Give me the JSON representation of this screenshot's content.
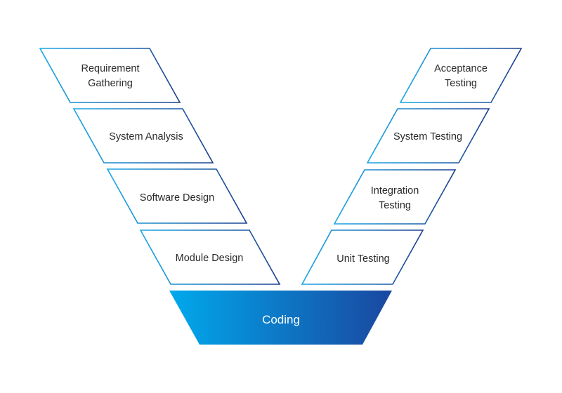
{
  "colors": {
    "light_blue": "#1aa8e6",
    "dark_blue": "#1c3f8f",
    "coding_start": "#00a9ec",
    "coding_end": "#1a47a0"
  },
  "left_phases": [
    {
      "lines": [
        "Requirement",
        "Gathering"
      ]
    },
    {
      "lines": [
        "System Analysis"
      ]
    },
    {
      "lines": [
        "Software Design"
      ]
    },
    {
      "lines": [
        "Module Design"
      ]
    }
  ],
  "right_phases": [
    {
      "lines": [
        "Acceptance",
        "Testing"
      ]
    },
    {
      "lines": [
        "System Testing"
      ]
    },
    {
      "lines": [
        "Integration",
        "Testing"
      ]
    },
    {
      "lines": [
        "Unit Testing"
      ]
    }
  ],
  "bottom_phase": {
    "label": "Coding"
  }
}
